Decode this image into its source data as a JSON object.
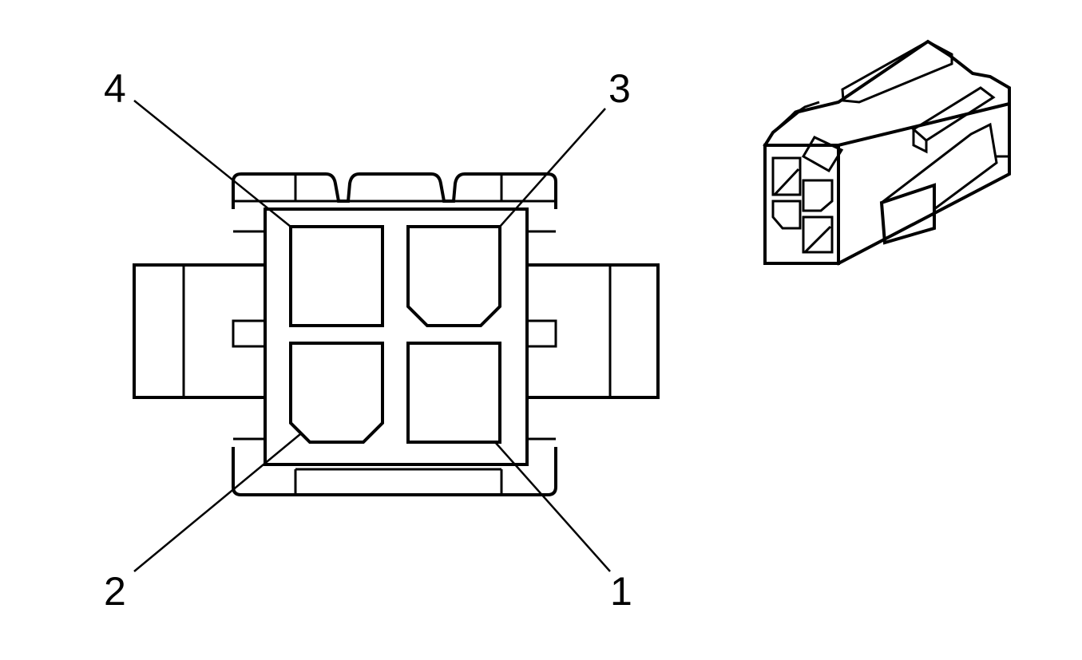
{
  "figure": {
    "type": "connector-pinout",
    "pin_labels": [
      "1",
      "2",
      "3",
      "4"
    ],
    "line_color": "#000000",
    "background": "#ffffff"
  }
}
